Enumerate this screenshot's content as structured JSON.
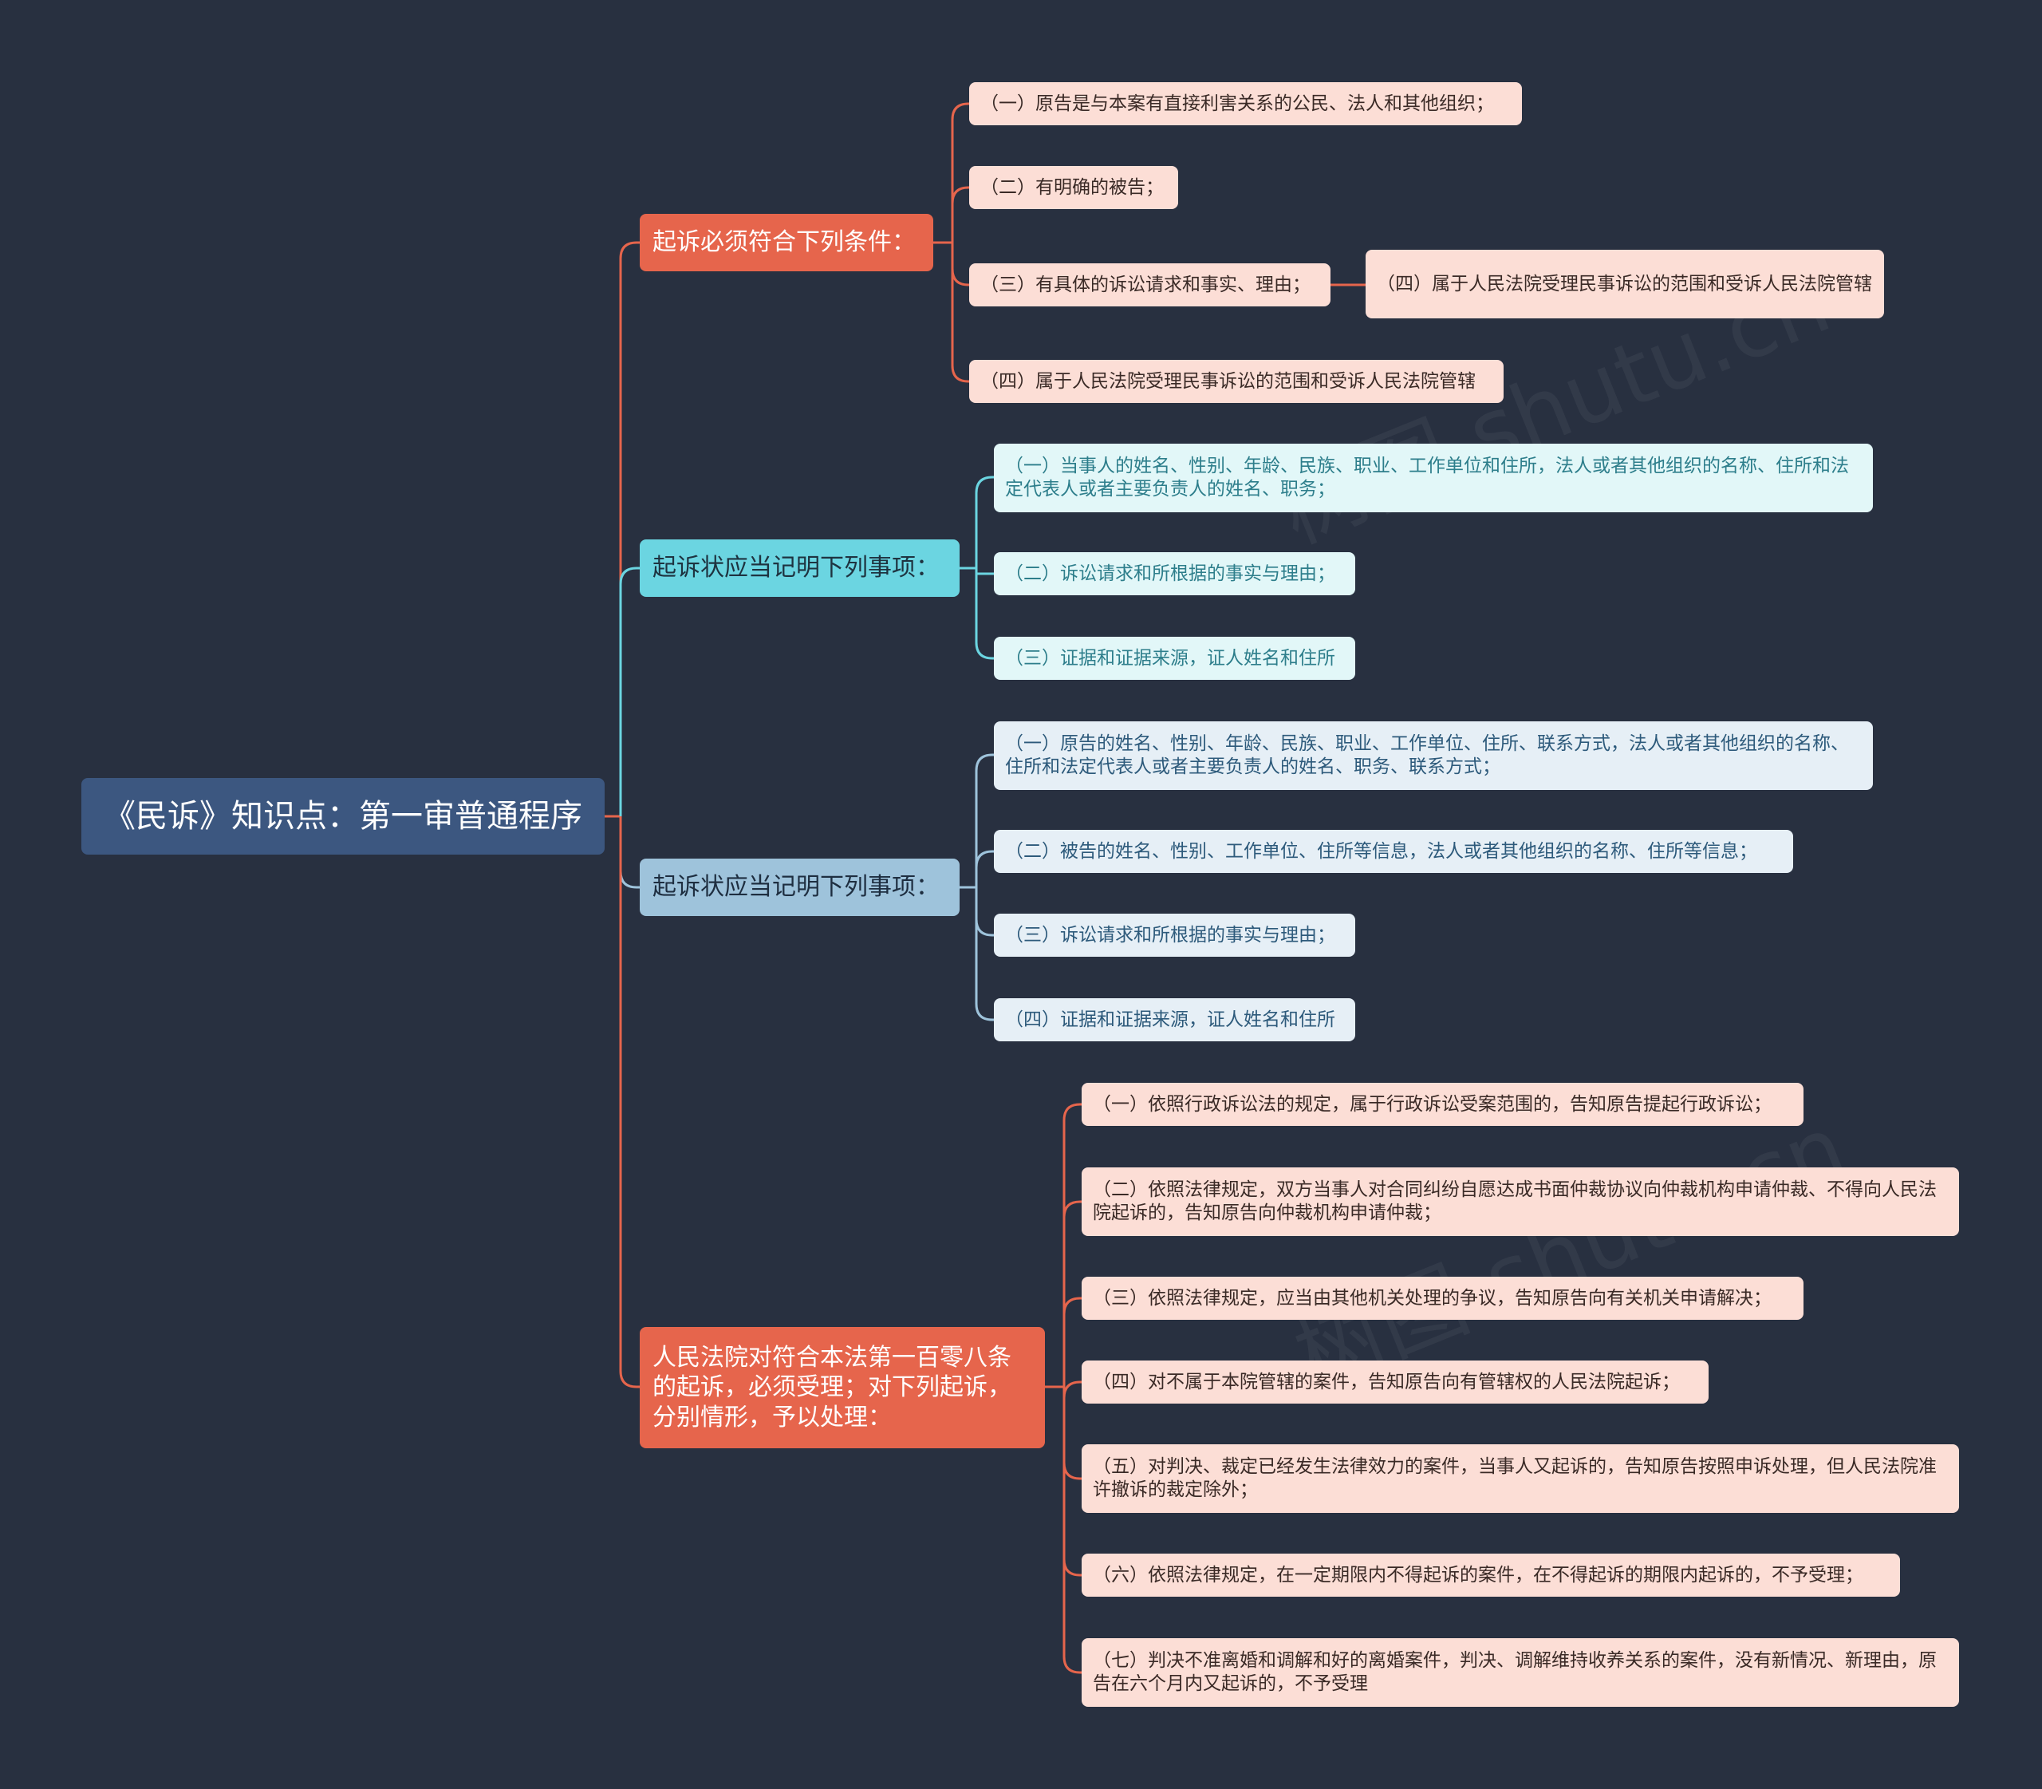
{
  "root": {
    "label": "《民诉》知识点：第一审普通程序"
  },
  "branches": [
    {
      "label": "起诉必须符合下列条件：",
      "items": [
        "（一）原告是与本案有直接利害关系的公民、法人和其他组织；",
        "（二）有明确的被告；",
        "（三）有具体的诉讼请求和事实、理由；",
        "（四）属于人民法院受理民事诉讼的范围和受诉人民法院管辖"
      ],
      "sub_item": "（四）属于人民法院受理民事诉讼的范围和受诉人民法院管辖"
    },
    {
      "label": "起诉状应当记明下列事项：",
      "items": [
        "（一）当事人的姓名、性别、年龄、民族、职业、工作单位和住所，法人或者其他组织的名称、住所和法定代表人或者主要负责人的姓名、职务；",
        "（二）诉讼请求和所根据的事实与理由；",
        "（三）证据和证据来源，证人姓名和住所"
      ]
    },
    {
      "label": "起诉状应当记明下列事项：",
      "items": [
        "（一）原告的姓名、性别、年龄、民族、职业、工作单位、住所、联系方式，法人或者其他组织的名称、住所和法定代表人或者主要负责人的姓名、职务、联系方式；",
        "（二）被告的姓名、性别、工作单位、住所等信息，法人或者其他组织的名称、住所等信息；",
        "（三）诉讼请求和所根据的事实与理由；",
        "（四）证据和证据来源，证人姓名和住所"
      ]
    },
    {
      "label": "人民法院对符合本法第一百零八条的起诉，必须受理；对下列起诉，分别情形，予以处理：",
      "items": [
        "（一）依照行政诉讼法的规定，属于行政诉讼受案范围的，告知原告提起行政诉讼；",
        "（二）依照法律规定，双方当事人对合同纠纷自愿达成书面仲裁协议向仲裁机构申请仲裁、不得向人民法院起诉的，告知原告向仲裁机构申请仲裁；",
        "（三）依照法律规定，应当由其他机关处理的争议，告知原告向有关机关申请解决；",
        "（四）对不属于本院管辖的案件，告知原告向有管辖权的人民法院起诉；",
        "（五）对判决、裁定已经发生法律效力的案件，当事人又起诉的，告知原告按照申诉处理，但人民法院准许撤诉的裁定除外；",
        "（六）依照法律规定，在一定期限内不得起诉的案件，在不得起诉的期限内起诉的，不予受理；",
        "（七）判决不准离婚和调解和好的离婚案件，判决、调解维持收养关系的案件，没有新情况、新理由，原告在六个月内又起诉的，不予受理"
      ]
    }
  ],
  "colors": {
    "background": "#283040",
    "root": "#3C5780",
    "orange": "#E6654C",
    "cyan": "#6BD5E1",
    "blue": "#9EC3DB",
    "pink_leaf": "#FCDED6",
    "cyan_leaf": "#E2F7F8",
    "blue_leaf": "#E6EFF6"
  }
}
